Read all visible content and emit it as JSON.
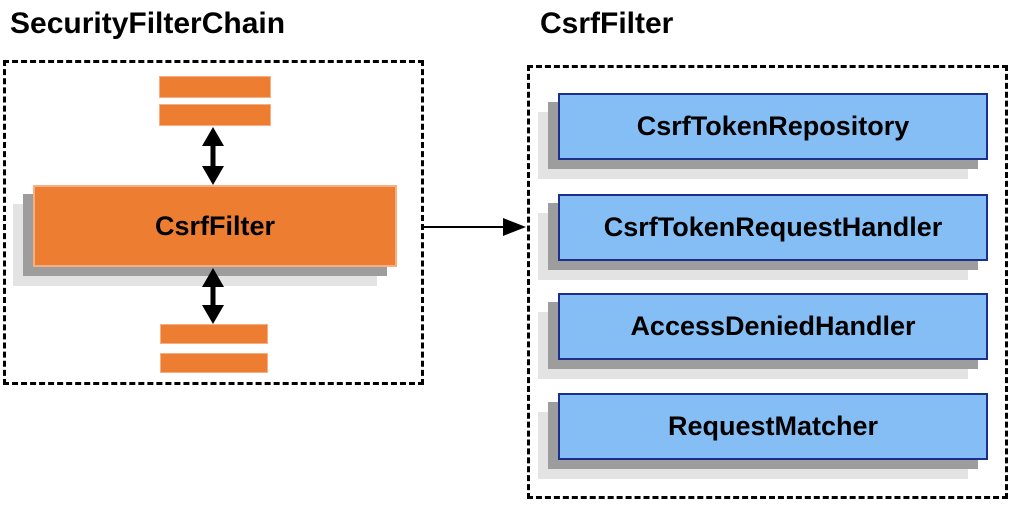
{
  "titles": {
    "left": "SecurityFilterChain",
    "right": "CsrfFilter"
  },
  "left_panel": {
    "filter_box_label": "CsrfFilter",
    "placeholder_bar_count": 4
  },
  "right_panel": {
    "boxes": [
      "CsrfTokenRepository",
      "CsrfTokenRequestHandler",
      "AccessDeniedHandler",
      "RequestMatcher"
    ]
  },
  "icons": {
    "vertical_double_arrow": "double-headed-arrow",
    "horizontal_arrow": "right-arrow"
  },
  "colors": {
    "orange_fill": "#ED7D31",
    "orange_border": "#F6AF85",
    "blue_fill": "#85BEF5",
    "blue_border": "#1C2F8C",
    "shadow_dark": "#9D9D9D",
    "shadow_light": "#E3E3E3",
    "arrow": "#000000"
  }
}
